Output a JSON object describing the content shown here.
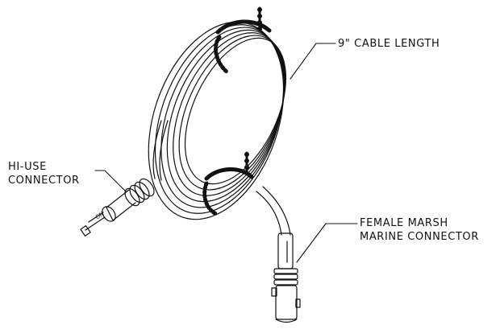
{
  "labels": {
    "cable_length": "9\" CABLE LENGTH",
    "hi_use_line1": "HI-USE",
    "hi_use_line2": "CONNECTOR",
    "female_line1": "FEMALE MARSH",
    "female_line2": "MARINE CONNECTOR"
  },
  "colors": {
    "ink": "#111111",
    "background": "#ffffff"
  }
}
